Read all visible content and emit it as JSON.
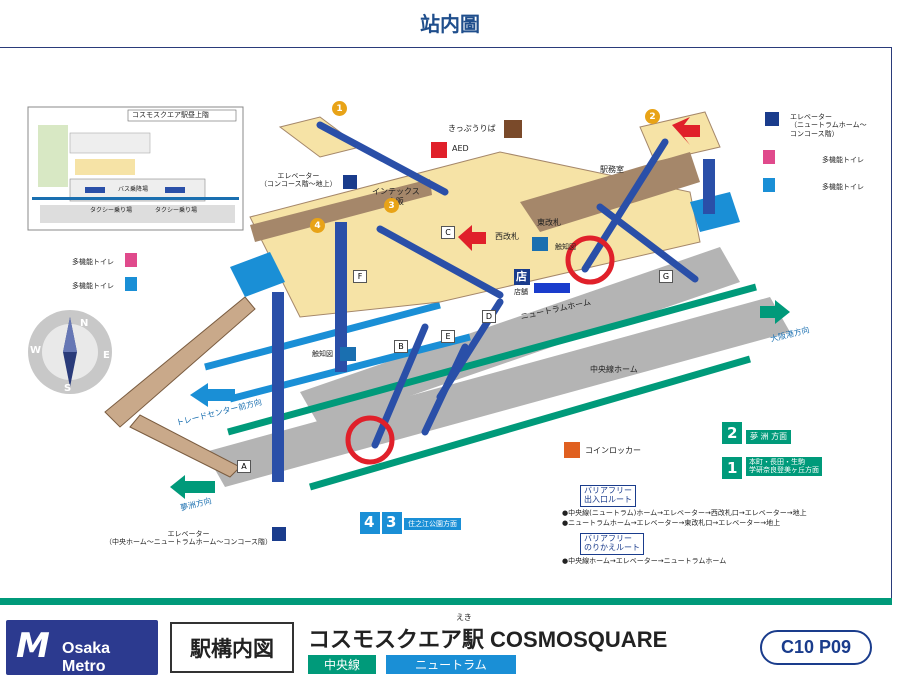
{
  "page_title": "站内圖",
  "map": {
    "inset_title": "コスモスクエア駅昼上階",
    "inset_bus": "バス乗降場",
    "inset_taxi1": "タクシー乗り場",
    "inset_taxi2": "タクシー乗り場",
    "aed": "AED",
    "kippu": "きっぷうりば",
    "ekimu": "駅務室",
    "nishi": "西改札",
    "higashi": "東改札",
    "intex": "インテックス\n大阪",
    "shop": "店舗",
    "shop_icon": "店",
    "newtram_home": "ニュートラムホーム",
    "chuo_home": "中央線ホーム",
    "elevator_top_right": "エレベーター\n（ニュートラムホーム～\nコンコース階）",
    "elevator_left_top": "エレベーター\n（コンコース階～地上）",
    "elevator_bottom": "エレベーター\n（中央ホーム～ニュートラムホーム～コンコース階）",
    "toilet_left_1": "多機能トイレ",
    "toilet_left_2": "多機能トイレ",
    "toilet_right_1": "多機能トイレ",
    "toilet_right_2": "多機能トイレ",
    "shokuchi_1": "触知図",
    "shokuchi_2": "触知図",
    "coin_locker": "コインロッカー",
    "dir_trade_center": "トレードセンター前方向",
    "dir_yumeshima_bottom": "夢洲方向",
    "dir_osakako": "大阪港方向",
    "platform_2": "2",
    "platform_2_dest": "夢 洲 方面",
    "platform_1": "1",
    "platform_1_dest": "本町・長田・生駒\n学研奈良登美ヶ丘方面",
    "platform_4": "4",
    "platform_3": "3",
    "platform_34_dest": "住之江公園方面",
    "numbers": [
      "1",
      "2",
      "3",
      "4"
    ],
    "letters": [
      "A",
      "B",
      "C",
      "D",
      "E",
      "F",
      "G"
    ],
    "barrier_free_1_label": "バリアフリー\n出入口ルート",
    "barrier_free_1_lines": [
      "●中央線(ニュートラム)ホーム→エレベーター→西改札口→エレベーター→地上",
      "●ニュートラムホーム→エレベーター→東改札口→エレベーター→地上"
    ],
    "barrier_free_2_label": "バリアフリー\nのりかえルート",
    "barrier_free_2_lines": [
      "●中央線ホーム→エレベーター→ニュートラムホーム"
    ],
    "compass": [
      "N",
      "E",
      "S",
      "W"
    ]
  },
  "footer": {
    "logo_mark": "M",
    "logo_text": "Osaka Metro",
    "kounai": "駅構内図",
    "station_jp": "コスモスクエア駅",
    "station_en": "COSMOSQUARE",
    "ruby": "えき",
    "line_chuo": "中央線",
    "line_newtram": "ニュートラム",
    "code": "C10 P09"
  },
  "colors": {
    "navy": "#2c3a8f",
    "green": "#009a7a",
    "blue": "#1a6fb0",
    "escalator": "#2a4fa8",
    "concourse": "#f6e3a6",
    "brown": "#a5876a",
    "platform": "#b4b4b4",
    "red": "#e0202a"
  }
}
